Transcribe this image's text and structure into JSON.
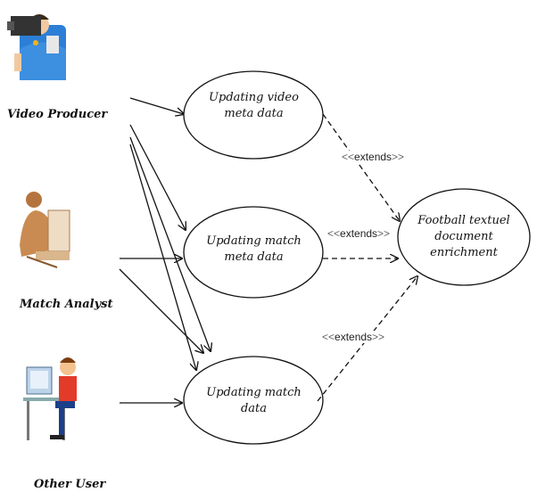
{
  "actors": {
    "video_producer": "Video Producer",
    "match_analyst": "Match Analyst",
    "other_user": "Other User"
  },
  "use_cases": {
    "updating_video_meta": [
      "Updating video",
      "meta data"
    ],
    "updating_match_meta": [
      "Updating match",
      "meta data"
    ],
    "updating_match_data": [
      "Updating match",
      "data"
    ],
    "football_enrichment": [
      "Football textuel",
      "document",
      "enrichment"
    ]
  },
  "relations": {
    "extends_label": "extends",
    "open_mark": "<<",
    "close_mark": ">>"
  }
}
